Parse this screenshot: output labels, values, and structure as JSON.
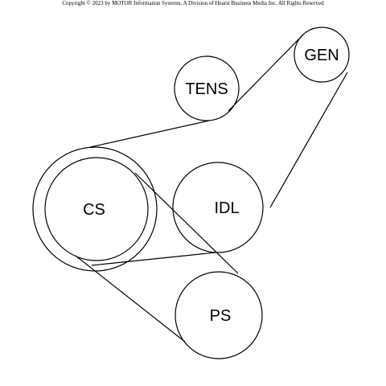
{
  "copyright": "Copyright © 2023 by MOTOR Information Systems, A Division of Hearst Business Media Inc. All Rights Reserved",
  "pulleys": {
    "gen": "GEN",
    "tens": "TENS",
    "cs": "CS",
    "idl": "IDL",
    "ps": "PS"
  },
  "colors": {
    "line": "#000000",
    "background": "#ffffff"
  }
}
